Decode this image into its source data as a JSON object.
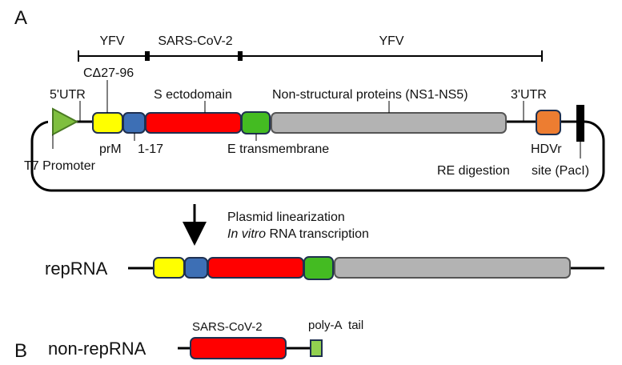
{
  "panels": {
    "a": {
      "letter": "A"
    },
    "b": {
      "letter": "B"
    }
  },
  "origin_bar": {
    "segments": [
      {
        "label": "YFV"
      },
      {
        "label": "SARS-CoV-2"
      },
      {
        "label": "YFV"
      }
    ]
  },
  "plasmid": {
    "labels": {
      "utr5": "5'UTR",
      "capsid": "CΔ27-96",
      "s_ecto": "S ectodomain",
      "ns": "Non-structural proteins (NS1-NS5)",
      "utr3": "3'UTR",
      "prm": "prM",
      "e117": "1-17",
      "e_tm": "E transmembrane",
      "t7": "T7 Promoter",
      "re": "RE digestion",
      "hdvr": "HDVr",
      "site": "site (PacI)"
    }
  },
  "steps": {
    "line1": "Plasmid linearization",
    "line2_italic": "In vitro",
    "line2_rest": " RNA transcription"
  },
  "constructs": {
    "reprna": "repRNA",
    "nonreprna": "non-repRNA",
    "sars": "SARS-CoV-2",
    "polya": "poly-A  tail"
  },
  "colors": {
    "capsid": "#ffff00",
    "prm": "#3d6fb5",
    "spike": "#ff0000",
    "e_tm": "#44bb22",
    "ns": "#b3b3b3",
    "hdvr": "#ed7d31",
    "t7": "#7fbf3f",
    "polya": "#92d050",
    "outline": "#1f3050"
  }
}
